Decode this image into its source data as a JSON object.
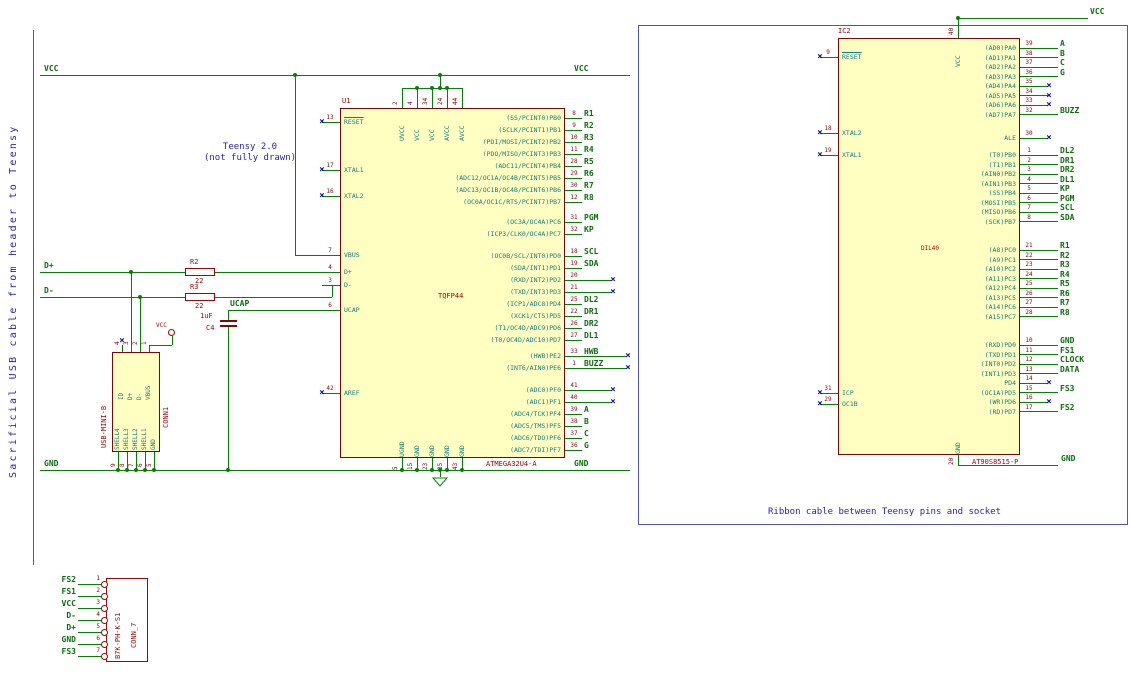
{
  "notes": {
    "side": "Sacrificial USB cable from header to Teensy",
    "teensy": "Teensy 2.0\n(not fully drawn)",
    "ribbon": "Ribbon cable between Teensy pins and socket"
  },
  "rails": {
    "vcc_left": "VCC",
    "vcc_right": "VCC",
    "gnd_left": "GND",
    "gnd_right": "GND",
    "dplus": "D+",
    "dminus": "D-",
    "ucap": "UCAP",
    "usb_vcc": "VCC",
    "ic2_vcc": "VCC",
    "ic2_gnd": "GND"
  },
  "icons": {
    "no_connect": "×"
  },
  "u1": {
    "ref": "U1",
    "footprint": "TQFP44",
    "value": "ATMEGA32U4-A",
    "left_pins": [
      {
        "num": "13",
        "name": "RESET",
        "bar": true,
        "nc": true
      },
      {
        "num": "17",
        "name": "XTAL1",
        "nc": true
      },
      {
        "num": "16",
        "name": "XTAL2",
        "nc": true
      },
      {
        "num": "7",
        "name": "VBUS"
      },
      {
        "num": "4",
        "name": "D+"
      },
      {
        "num": "3",
        "name": "D-"
      },
      {
        "num": "6",
        "name": "UCAP"
      },
      {
        "num": "42",
        "name": "AREF",
        "nc": true
      }
    ],
    "top_pins": [
      {
        "num": "2",
        "name": "UVCC"
      },
      {
        "num": "4",
        "name": "VCC"
      },
      {
        "num": "34",
        "name": "VCC"
      },
      {
        "num": "24",
        "name": "AVCC"
      },
      {
        "num": "44",
        "name": "AVCC"
      }
    ],
    "bottom_pins": [
      {
        "num": "5",
        "name": "UGND"
      },
      {
        "num": "15",
        "name": "GND"
      },
      {
        "num": "23",
        "name": "GND"
      },
      {
        "num": "35",
        "name": "GND"
      },
      {
        "num": "43",
        "name": "GND"
      }
    ],
    "right_groups": [
      {
        "port": "PB",
        "pins": [
          {
            "num": "8",
            "name": "(SS/PCINT0)PB0",
            "label": "R1"
          },
          {
            "num": "9",
            "name": "(SCLK/PCINT1)PB1",
            "label": "R2"
          },
          {
            "num": "10",
            "name": "(PDI/MOSI/PCINT2)PB2",
            "label": "R3"
          },
          {
            "num": "11",
            "name": "(PDO/MISO/PCINT3)PB3",
            "label": "R4"
          },
          {
            "num": "28",
            "name": "(ADC11/PCINT4)PB4",
            "label": "R5"
          },
          {
            "num": "29",
            "name": "(ADC12/OC1A/OC4B/PCINT5)PB5",
            "label": "R6"
          },
          {
            "num": "30",
            "name": "(ADC13/OC1B/OC4B/PCINT6)PB6",
            "label": "R7"
          },
          {
            "num": "12",
            "name": "(OC0A/OC1C/RTS/PCINT7)PB7",
            "label": "R8"
          }
        ]
      },
      {
        "port": "PC",
        "pins": [
          {
            "num": "31",
            "name": "(OC3A/OC4A)PC6",
            "label": "PGM"
          },
          {
            "num": "32",
            "name": "(ICP3/CLK0/OC4A)PC7",
            "label": "KP"
          }
        ]
      },
      {
        "port": "PD",
        "pins": [
          {
            "num": "18",
            "name": "(OC0B/SCL/INT0)PD0",
            "label": "SCL"
          },
          {
            "num": "19",
            "name": "(SDA/INT1)PD1",
            "label": "SDA"
          },
          {
            "num": "20",
            "name": "(RXD/INT2)PD2",
            "nc": true
          },
          {
            "num": "21",
            "name": "(TXD/INT3)PD3",
            "nc": true
          },
          {
            "num": "25",
            "name": "(ICP1/ADC8)PD4",
            "label": "DL2"
          },
          {
            "num": "22",
            "name": "(XCK1/CTS)PD5",
            "label": "DR1"
          },
          {
            "num": "26",
            "name": "(T1/OC4D/ADC9)PD6",
            "label": "DR2"
          },
          {
            "num": "27",
            "name": "(T0/OC4D/ADC10)PD7",
            "label": "DL1"
          }
        ]
      },
      {
        "port": "PE",
        "pins": [
          {
            "num": "33",
            "name": "(HWB)PE2",
            "label": "HWB",
            "nc_far": true
          },
          {
            "num": "1",
            "name": "(INT6/AIN0)PE6",
            "label": "BUZZ",
            "nc_far": true
          }
        ]
      },
      {
        "port": "PF",
        "pins": [
          {
            "num": "41",
            "name": "(ADC0)PF0",
            "nc": true
          },
          {
            "num": "40",
            "name": "(ADC1)PF1",
            "nc": true
          },
          {
            "num": "39",
            "name": "(ADC4/TCK)PF4",
            "label": "A"
          },
          {
            "num": "38",
            "name": "(ADC5/TMS)PF5",
            "label": "B"
          },
          {
            "num": "37",
            "name": "(ADC6/TDO)PF6",
            "label": "C"
          },
          {
            "num": "36",
            "name": "(ADC7/TDI)PF7",
            "label": "G"
          }
        ]
      }
    ]
  },
  "ic2": {
    "ref": "IC2",
    "value": "AT90S8515-P",
    "package": "DIL40",
    "left_pins": [
      {
        "num": "9",
        "name": "RESET",
        "bar": true,
        "nc": true
      },
      {
        "num": "18",
        "name": "XTAL2",
        "nc": true
      },
      {
        "num": "19",
        "name": "XTAL1",
        "nc": true
      },
      {
        "num": "31",
        "name": "ICP",
        "nc": true
      },
      {
        "num": "29",
        "name": "OC1B",
        "nc": true
      }
    ],
    "top_pins": [
      {
        "num": "40",
        "name": "VCC"
      }
    ],
    "bottom_pins": [
      {
        "num": "20",
        "name": "GND"
      }
    ],
    "right_groups": [
      {
        "port": "PA",
        "pins": [
          {
            "num": "39",
            "name": "(AD0)PA0",
            "label": "A"
          },
          {
            "num": "38",
            "name": "(AD1)PA1",
            "label": "B"
          },
          {
            "num": "37",
            "name": "(AD2)PA2",
            "label": "C"
          },
          {
            "num": "36",
            "name": "(AD3)PA3",
            "label": "G"
          },
          {
            "num": "35",
            "name": "(AD4)PA4",
            "nc": true
          },
          {
            "num": "34",
            "name": "(AD5)PA5",
            "nc": true
          },
          {
            "num": "33",
            "name": "(AD6)PA6",
            "nc": true
          },
          {
            "num": "32",
            "name": "(AD7)PA7",
            "label": "BUZZ"
          }
        ]
      },
      {
        "port": "ALE",
        "pins": [
          {
            "num": "30",
            "name": "ALE",
            "nc": true
          }
        ]
      },
      {
        "port": "PB",
        "pins": [
          {
            "num": "1",
            "name": "(T0)PB0",
            "label": "DL2"
          },
          {
            "num": "2",
            "name": "(T1)PB1",
            "label": "DR1"
          },
          {
            "num": "3",
            "name": "(AIN0)PB2",
            "label": "DR2"
          },
          {
            "num": "4",
            "name": "(AIN1)PB3",
            "label": "DL1"
          },
          {
            "num": "5",
            "name": "(SS)PB4",
            "label": "KP"
          },
          {
            "num": "6",
            "name": "(MOSI)PB5",
            "label": "PGM"
          },
          {
            "num": "7",
            "name": "(MISO)PB6",
            "label": "SCL"
          },
          {
            "num": "8",
            "name": "(SCK)PB7",
            "label": "SDA"
          }
        ]
      },
      {
        "port": "PC",
        "pins": [
          {
            "num": "21",
            "name": "(A8)PC0",
            "label": "R1"
          },
          {
            "num": "22",
            "name": "(A9)PC1",
            "label": "R2"
          },
          {
            "num": "23",
            "name": "(A10)PC2",
            "label": "R3"
          },
          {
            "num": "24",
            "name": "(A11)PC3",
            "label": "R4"
          },
          {
            "num": "25",
            "name": "(A12)PC4",
            "label": "R5"
          },
          {
            "num": "26",
            "name": "(A13)PC5",
            "label": "R6"
          },
          {
            "num": "27",
            "name": "(A14)PC6",
            "label": "R7"
          },
          {
            "num": "28",
            "name": "(A15)PC7",
            "label": "R8"
          }
        ]
      },
      {
        "port": "PD",
        "pins": [
          {
            "num": "10",
            "name": "(RXD)PD0",
            "label": "GND"
          },
          {
            "num": "11",
            "name": "(TXD)PD1",
            "label": "FS1"
          },
          {
            "num": "12",
            "name": "(INT0)PD2",
            "label": "CLOCK"
          },
          {
            "num": "13",
            "name": "(INT1)PD3",
            "label": "DATA"
          },
          {
            "num": "14",
            "name": "PD4",
            "nc": true
          },
          {
            "num": "15",
            "name": "(OC1A)PD5",
            "label": "FS3"
          },
          {
            "num": "16",
            "name": "(WR)PD6",
            "nc": true
          },
          {
            "num": "17",
            "name": "(RD)PD7",
            "label": "FS2"
          }
        ]
      }
    ]
  },
  "usb": {
    "ref": "CONN1",
    "value": "USB-MINI-B",
    "top_pins": [
      {
        "num": "4",
        "name": "ID",
        "nc": true
      },
      {
        "num": "3",
        "name": "D+"
      },
      {
        "num": "2",
        "name": "D-"
      },
      {
        "num": "1",
        "name": "VBUS"
      }
    ],
    "bottom_pins": [
      {
        "num": "9",
        "name": "SHELL4"
      },
      {
        "num": "8",
        "name": "SHELL3"
      },
      {
        "num": "7",
        "name": "SHELL2"
      },
      {
        "num": "6",
        "name": "SHELL1"
      },
      {
        "num": "5",
        "name": "GND"
      }
    ]
  },
  "conn7": {
    "ref": "CONN_7",
    "value": "B7K-PH-K-S1",
    "pins": [
      {
        "num": "1",
        "label": "FS2"
      },
      {
        "num": "2",
        "label": "FS1"
      },
      {
        "num": "3",
        "label": "VCC"
      },
      {
        "num": "4",
        "label": "D-"
      },
      {
        "num": "5",
        "label": "D+"
      },
      {
        "num": "6",
        "label": "GND"
      },
      {
        "num": "7",
        "label": "FS3"
      }
    ]
  },
  "r2": {
    "ref": "R2",
    "value": "22"
  },
  "r3": {
    "ref": "R3",
    "value": "22"
  },
  "c4": {
    "ref": "C4",
    "value": "1uF"
  },
  "colors": {
    "wire": "#008400",
    "pin_name": "#0c7e7e",
    "pin_number": "#8b0000",
    "net_label": "#0a6e0a",
    "note_blue": "#2222c2",
    "no_connect": "#0000c2",
    "ic_fill": "#ffffc2",
    "ic_outline": "#8b0000",
    "frame_blue": "#5050cc"
  }
}
